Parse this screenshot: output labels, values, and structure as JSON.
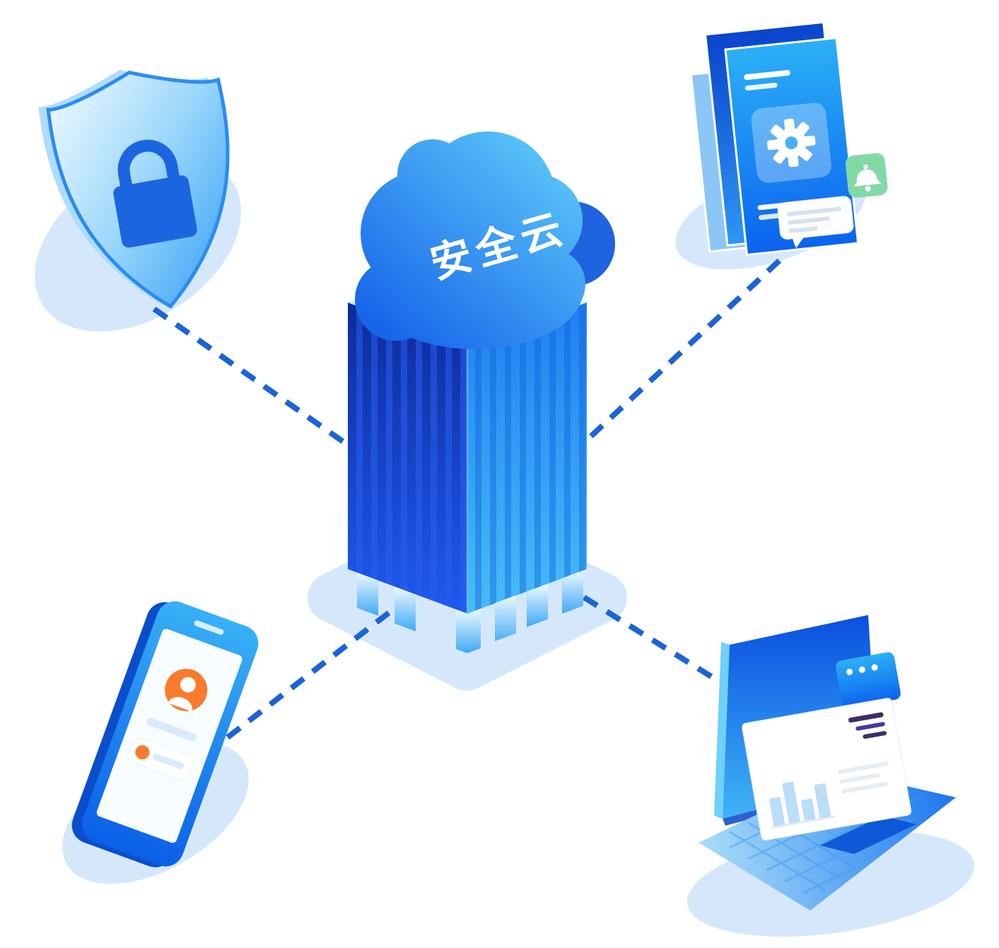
{
  "cloud": {
    "label": "安全云"
  },
  "colors": {
    "connector": "#1b63d8",
    "cloud_top": "#5bc6f9",
    "cloud_bottom": "#1766ea",
    "tower_left_dark": "#0e2b9c",
    "tower_right_bright": "#2f9cf5",
    "accent_orange": "#f97b2d",
    "badge_green": "#82d9a6",
    "shadow_blue": "#d5e8fb",
    "dashboard_line_dark": "#3b2f63",
    "white": "#ffffff"
  },
  "nodes": [
    {
      "id": "security-shield",
      "icon": "shield-lock-icon"
    },
    {
      "id": "secure-documents",
      "icon": "document-gear-icon",
      "badge": "bell-icon",
      "bubble": "chat-bubble-icon"
    },
    {
      "id": "security-cloud-server",
      "icon": "cloud-server-tower-icon",
      "label": "安全云"
    },
    {
      "id": "mobile-login",
      "icon": "smartphone-user-icon"
    },
    {
      "id": "laptop-dashboard",
      "icon": "laptop-chart-icon"
    }
  ],
  "connections": [
    {
      "from": "security-shield",
      "to": "security-cloud-server"
    },
    {
      "from": "secure-documents",
      "to": "security-cloud-server"
    },
    {
      "from": "mobile-login",
      "to": "security-cloud-server"
    },
    {
      "from": "laptop-dashboard",
      "to": "security-cloud-server"
    }
  ]
}
